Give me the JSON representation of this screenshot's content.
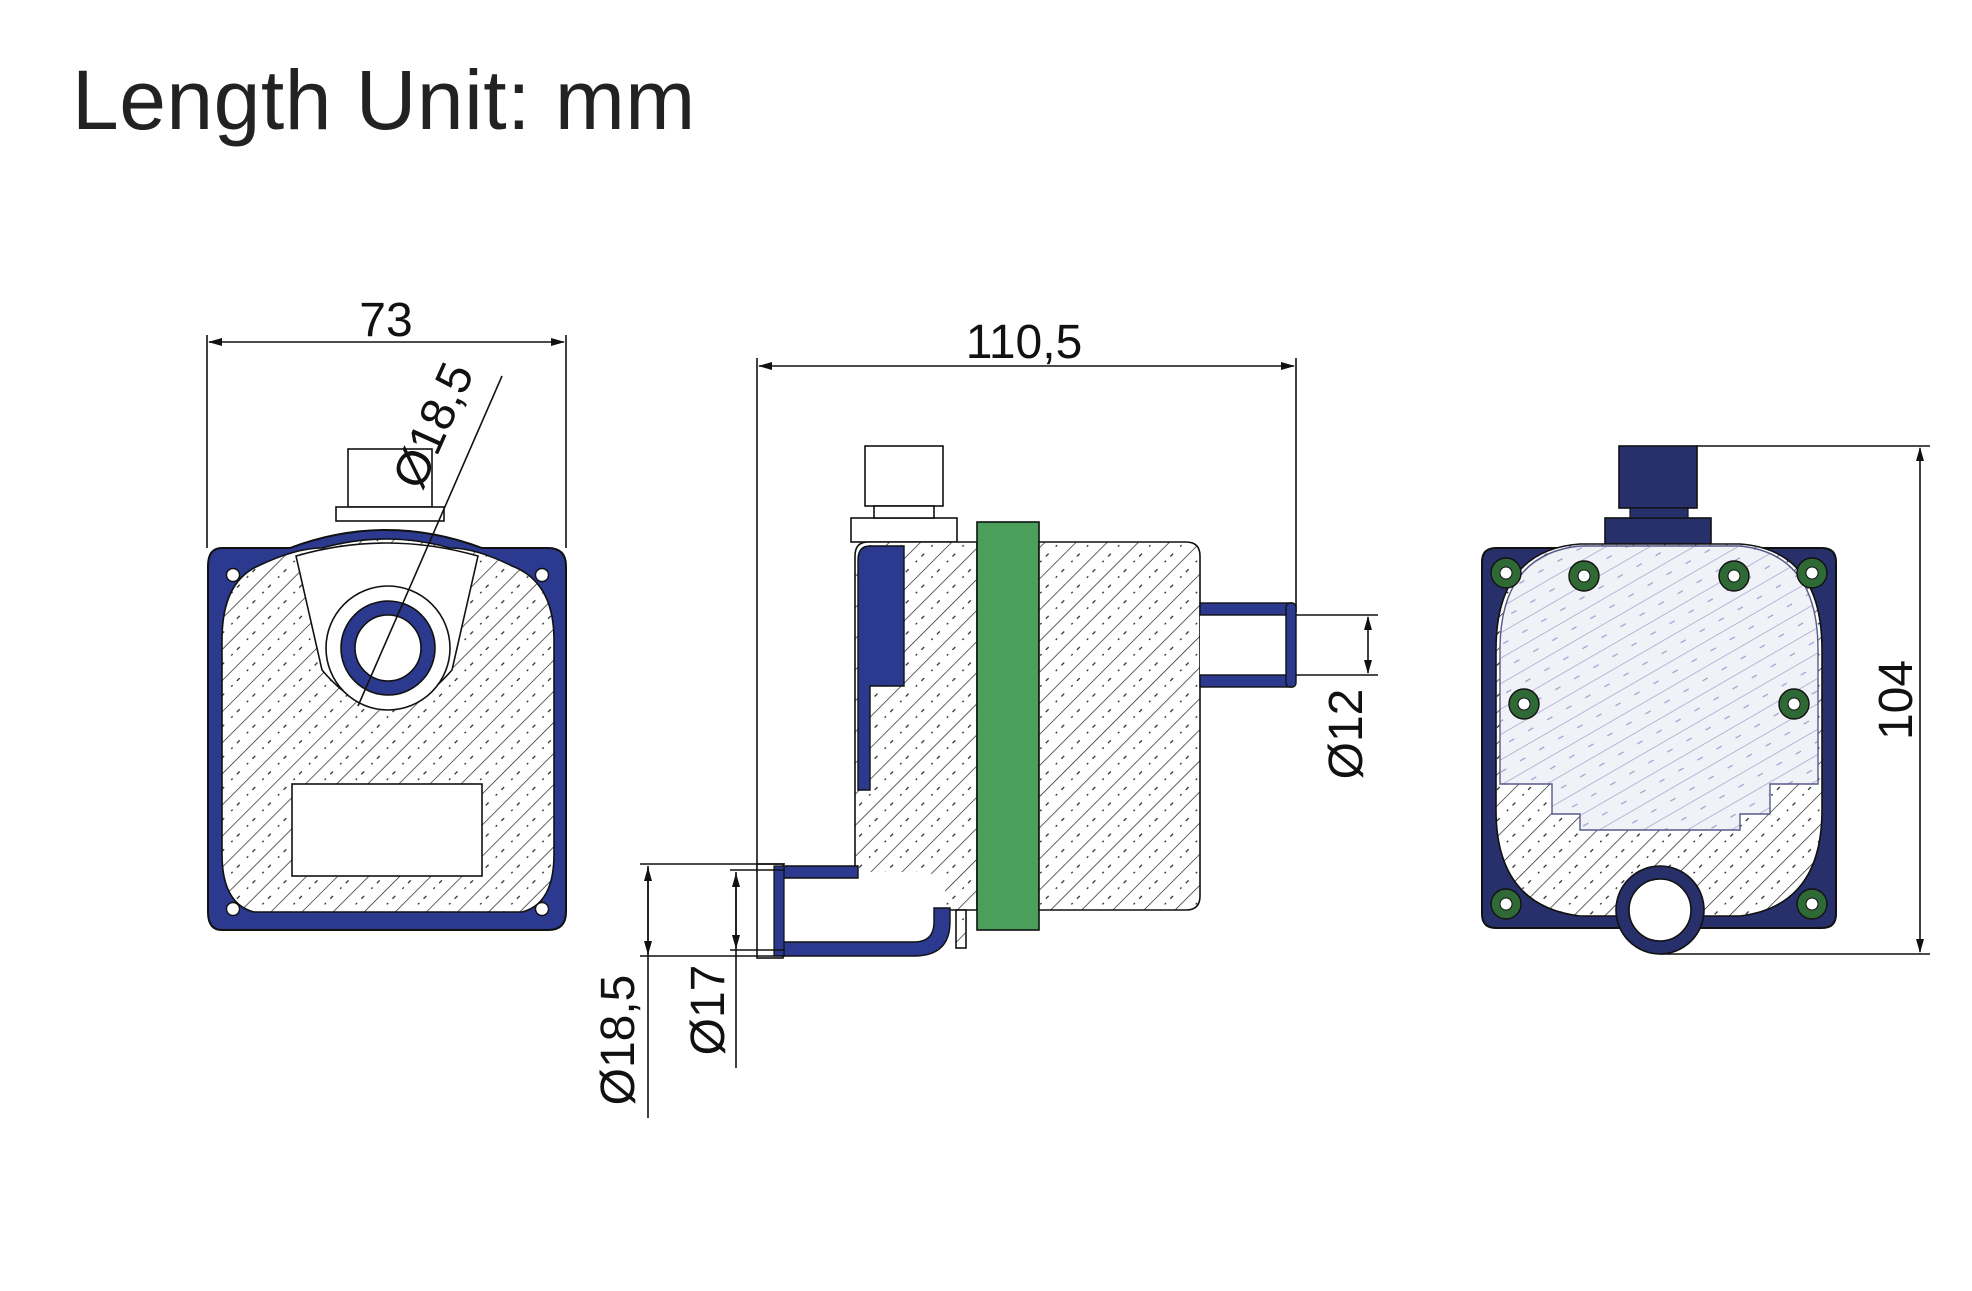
{
  "title": "Length Unit: mm",
  "colors": {
    "housing_blue": "#2b3a8e",
    "housing_navy": "#27306b",
    "gasket_green": "#4aa05a",
    "screw_green": "#2f6a36",
    "hatch": "#222222",
    "hatch_light": "#9aa0cc"
  },
  "views": {
    "front": {
      "width_label": "73",
      "diameter_label": "Ø18,5"
    },
    "side": {
      "length_label": "110,5",
      "outlet_label": "Ø12",
      "inlet_outer_label": "Ø18,5",
      "inlet_inner_label": "Ø17"
    },
    "back": {
      "height_label": "104"
    }
  }
}
